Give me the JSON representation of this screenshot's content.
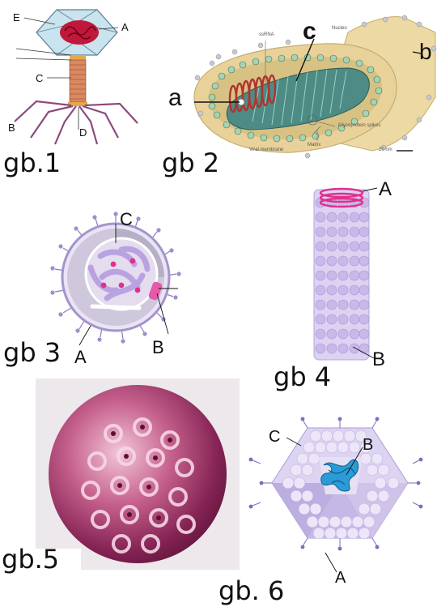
{
  "figures": [
    {
      "caption": "gb.1",
      "labels": {
        "A": "A",
        "B": "B",
        "C": "C",
        "D": "D",
        "E": "E"
      }
    },
    {
      "caption": "gb 2",
      "labels": {
        "a": "a",
        "b": "b",
        "c": "c"
      },
      "annotations": {
        "ssrna": "ssRNA",
        "nucleo": "Nucleo",
        "glyco": "Glycoprotein spikes",
        "matrix": "Matrix",
        "membrane": "Viral membrane",
        "scale": "20 nm"
      }
    },
    {
      "caption": "gb 3",
      "labels": {
        "A": "A",
        "B": "B",
        "C": "C"
      }
    },
    {
      "caption": "gb 4",
      "labels": {
        "A": "A",
        "B": "B"
      }
    },
    {
      "caption": "gb.5"
    },
    {
      "caption": "gb. 6",
      "labels": {
        "A": "A",
        "B": "B",
        "C": "C"
      }
    }
  ],
  "colors": {
    "capsid": "#c9e3ef",
    "dna": "#c0183a",
    "tail": "#d98860",
    "envelope": "#ecd9a4",
    "lavender": "#c9b8e8",
    "magenta": "#e0308e",
    "blue": "#2a9bd6",
    "hpv": "#a83a6a"
  }
}
